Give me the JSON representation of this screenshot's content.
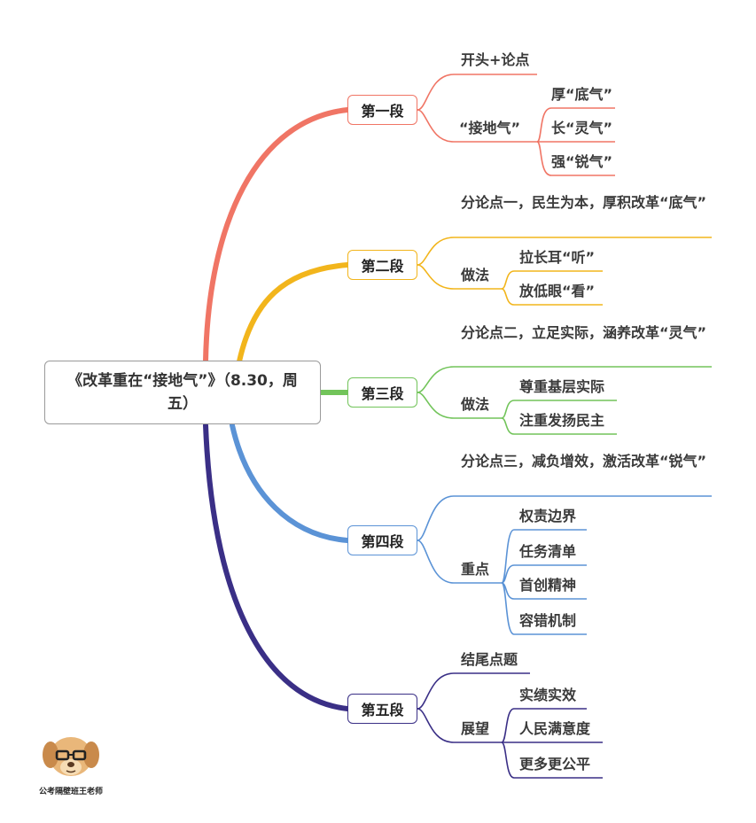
{
  "root": {
    "title": "《改革重在“接地气”》（8.30，周五）"
  },
  "colors": {
    "s1": "#f07565",
    "s2": "#f2b51c",
    "s3": "#72c45a",
    "s4": "#5b93d6",
    "s5": "#3a2f86"
  },
  "sections": [
    {
      "label": "第一段",
      "topic": "开头+论点",
      "sub": {
        "label": "“接地气”",
        "items": [
          "厚“底气”",
          "长“灵气”",
          "强“锐气”"
        ]
      }
    },
    {
      "label": "第二段",
      "topic": "分论点一，民生为本，厚积改革“底气”",
      "sub": {
        "label": "做法",
        "items": [
          "拉长耳“听”",
          "放低眼“看”"
        ]
      }
    },
    {
      "label": "第三段",
      "topic": "分论点二，立足实际，涵养改革“灵气”",
      "sub": {
        "label": "做法",
        "items": [
          "尊重基层实际",
          "注重发扬民主"
        ]
      }
    },
    {
      "label": "第四段",
      "topic": "分论点三，减负增效，激活改革“锐气”",
      "sub": {
        "label": "重点",
        "items": [
          "权责边界",
          "任务清单",
          "首创精神",
          "容错机制"
        ]
      }
    },
    {
      "label": "第五段",
      "topic": "结尾点题",
      "sub": {
        "label": "展望",
        "items": [
          "实绩实效",
          "人民满意度",
          "更多更公平"
        ]
      }
    }
  ],
  "watermark": {
    "name": "公考隔壁班王老师"
  }
}
